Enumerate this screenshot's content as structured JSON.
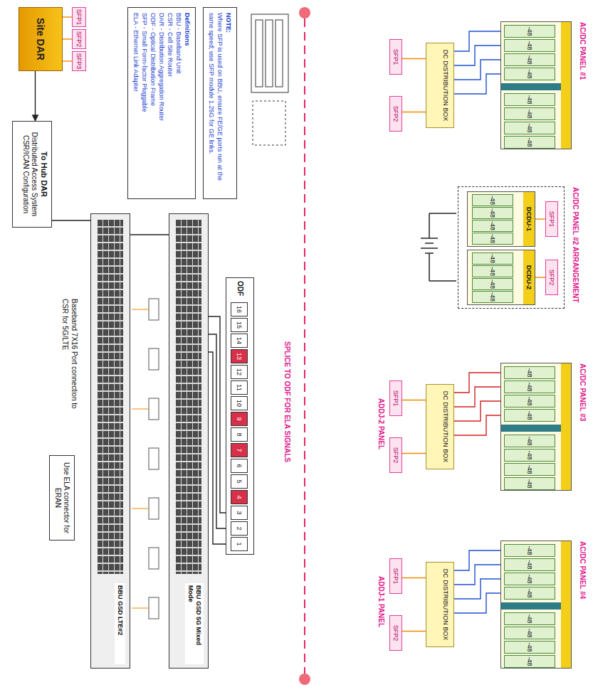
{
  "diagram": {
    "nodes": [
      {
        "text": [
          "Site DAR"
        ]
      },
      {
        "text": [
          "SFP1"
        ]
      },
      {
        "text": [
          "SFP2"
        ]
      },
      {
        "text": [
          "SFP3"
        ]
      },
      {
        "text": [
          "To Hub DAR",
          "Distributed Access System CSR/ICAN Configuration"
        ]
      },
      {
        "text": [
          "NOTE:",
          "Where SFP is used on BBU, ensure FE/GE ports run at the same speed; use SFP module 1.25G for GE links."
        ]
      },
      {
        "text": [
          "Definitions",
          "BBU - Baseband Unit",
          "CSR - Cell Site Router",
          "DAR - Distribution Aggregation Router",
          "ODF - Optical Distribution Frame",
          "SFP - Small Form-factor Pluggable",
          "ELA - Ethernet Link Adapter"
        ]
      },
      {
        "text": [
          "BBU GSD LTE#2"
        ]
      },
      {
        "text": [
          "BBU GSD 5G Mixed Mode"
        ]
      },
      {
        "text": [
          "ODF"
        ]
      },
      {
        "text": [
          "16"
        ],
        "in": 9
      },
      {
        "text": [
          "15"
        ],
        "in": 9
      },
      {
        "text": [
          "14"
        ],
        "in": 9
      },
      {
        "text": [
          "13"
        ],
        "in": 9
      },
      {
        "text": [
          "12"
        ],
        "in": 9
      },
      {
        "text": [
          "11"
        ],
        "in": 9
      },
      {
        "text": [
          "10"
        ],
        "in": 9
      },
      {
        "text": [
          "9"
        ],
        "in": 9
      },
      {
        "text": [
          "8"
        ],
        "in": 9
      },
      {
        "text": [
          "7"
        ],
        "in": 9
      },
      {
        "text": [
          "6"
        ],
        "in": 9
      },
      {
        "text": [
          "5"
        ],
        "in": 9
      },
      {
        "text": [
          "4"
        ],
        "in": 9
      },
      {
        "text": [
          "3"
        ],
        "in": 9
      },
      {
        "text": [
          "2"
        ],
        "in": 9
      },
      {
        "text": [
          "1"
        ],
        "in": 9
      },
      {
        "text": [
          "Use ELA connector for ERAN"
        ]
      },
      {
        "text": [
          "AC/DC PANEL #1"
        ]
      },
      {
        "text": [
          "-48"
        ],
        "in": 27
      },
      {
        "text": [
          "-48"
        ],
        "in": 27
      },
      {
        "text": [
          "-48"
        ],
        "in": 27
      },
      {
        "text": [
          "-48"
        ],
        "in": 27
      },
      {
        "text": [
          "-48"
        ],
        "in": 27
      },
      {
        "text": [
          "-48"
        ],
        "in": 27
      },
      {
        "text": [
          "-48"
        ],
        "in": 27
      },
      {
        "text": [
          "-48"
        ],
        "in": 27
      },
      {
        "text": [
          "DC DISTRIBUTION BOX"
        ]
      },
      {
        "text": [
          "SFP1"
        ]
      },
      {
        "text": [
          "SFP2"
        ]
      },
      {
        "text": [
          "AC/DC PANEL #2 ARRANGEMENT"
        ]
      },
      {
        "text": [
          "DCDU-1"
        ],
        "in": 39
      },
      {
        "text": [
          "-48"
        ],
        "in": 40
      },
      {
        "text": [
          "-48"
        ],
        "in": 40
      },
      {
        "text": [
          "-48"
        ],
        "in": 40
      },
      {
        "text": [
          "-48"
        ],
        "in": 40
      },
      {
        "text": [
          "DCDU-2"
        ],
        "in": 39
      },
      {
        "text": [
          "-48"
        ],
        "in": 45
      },
      {
        "text": [
          "-48"
        ],
        "in": 45
      },
      {
        "text": [
          "-48"
        ],
        "in": 45
      },
      {
        "text": [
          "-48"
        ],
        "in": 45
      },
      {
        "text": [
          "SFP1"
        ],
        "in": 39
      },
      {
        "text": [
          "SFP2"
        ],
        "in": 39
      },
      {
        "text": [
          "AC/DC PANEL #3"
        ]
      },
      {
        "text": [
          "-48"
        ],
        "in": 52
      },
      {
        "text": [
          "-48"
        ],
        "in": 52
      },
      {
        "text": [
          "-48"
        ],
        "in": 52
      },
      {
        "text": [
          "-48"
        ],
        "in": 52
      },
      {
        "text": [
          "-48"
        ],
        "in": 52
      },
      {
        "text": [
          "-48"
        ],
        "in": 52
      },
      {
        "text": [
          "-48"
        ],
        "in": 52
      },
      {
        "text": [
          "-48"
        ],
        "in": 52
      },
      {
        "text": [
          "DC DISTRIBUTION BOX"
        ]
      },
      {
        "text": [
          "SFP1"
        ]
      },
      {
        "text": [
          "SFP2"
        ]
      },
      {
        "text": [
          "AC/DC PANEL #4"
        ]
      },
      {
        "text": [
          "-48"
        ],
        "in": 64
      },
      {
        "text": [
          "-48"
        ],
        "in": 64
      },
      {
        "text": [
          "-48"
        ],
        "in": 64
      },
      {
        "text": [
          "-48"
        ],
        "in": 64
      },
      {
        "text": [
          "-48"
        ],
        "in": 64
      },
      {
        "text": [
          "-48"
        ],
        "in": 64
      },
      {
        "text": [
          "-48"
        ],
        "in": 64
      },
      {
        "text": [
          "-48"
        ],
        "in": 64
      },
      {
        "text": [
          "DC DISTRIBUTION BOX"
        ]
      },
      {
        "text": [
          "SFP1"
        ]
      },
      {
        "text": [
          "SFP2"
        ]
      }
    ],
    "edges": [
      {
        "from": 0,
        "to": 4,
        "arrow": "to"
      },
      {
        "from": 1,
        "to": 0,
        "arrow": "none"
      },
      {
        "from": 2,
        "to": 0,
        "arrow": "none"
      },
      {
        "from": 3,
        "to": 0,
        "arrow": "none"
      },
      {
        "from": 4,
        "to": 7,
        "arrow": "none"
      },
      {
        "from": 7,
        "to": 8,
        "arrow": "none"
      },
      {
        "from": 8,
        "to": 23,
        "arrow": "none"
      },
      {
        "from": 8,
        "to": 24,
        "arrow": "none"
      },
      {
        "from": 8,
        "to": 25,
        "arrow": "none"
      },
      {
        "from": 36,
        "to": 28,
        "arrow": "none"
      },
      {
        "from": 36,
        "to": 29,
        "arrow": "none"
      },
      {
        "from": 36,
        "to": 30,
        "arrow": "none"
      },
      {
        "from": 36,
        "to": 31,
        "arrow": "none"
      },
      {
        "from": 61,
        "to": 53,
        "arrow": "none"
      },
      {
        "from": 61,
        "to": 54,
        "arrow": "none"
      },
      {
        "from": 61,
        "to": 55,
        "arrow": "none"
      },
      {
        "from": 61,
        "to": 56,
        "arrow": "none"
      },
      {
        "from": 73,
        "to": 65,
        "arrow": "none"
      },
      {
        "from": 73,
        "to": 66,
        "arrow": "none"
      },
      {
        "from": 73,
        "to": 67,
        "arrow": "none"
      },
      {
        "from": 73,
        "to": 68,
        "arrow": "none"
      },
      {
        "from": 37,
        "to": 36,
        "arrow": "none"
      },
      {
        "from": 38,
        "to": 36,
        "arrow": "none"
      },
      {
        "from": 62,
        "to": 61,
        "arrow": "none"
      },
      {
        "from": 63,
        "to": 61,
        "arrow": "none"
      },
      {
        "from": 74,
        "to": 73,
        "arrow": "none"
      },
      {
        "from": 75,
        "to": 73,
        "arrow": "none"
      },
      {
        "from": 50,
        "to": 40,
        "arrow": "none"
      },
      {
        "from": 51,
        "to": 45,
        "arrow": "none"
      }
    ],
    "labels": [
      "SPLICE TO ODF FOR ELA SIGNALS",
      "Baseband 7X16 Port connection to CSR for 5G/LTE",
      "ADDJ-2 PANEL",
      "ADDJ-1 PANEL"
    ]
  }
}
